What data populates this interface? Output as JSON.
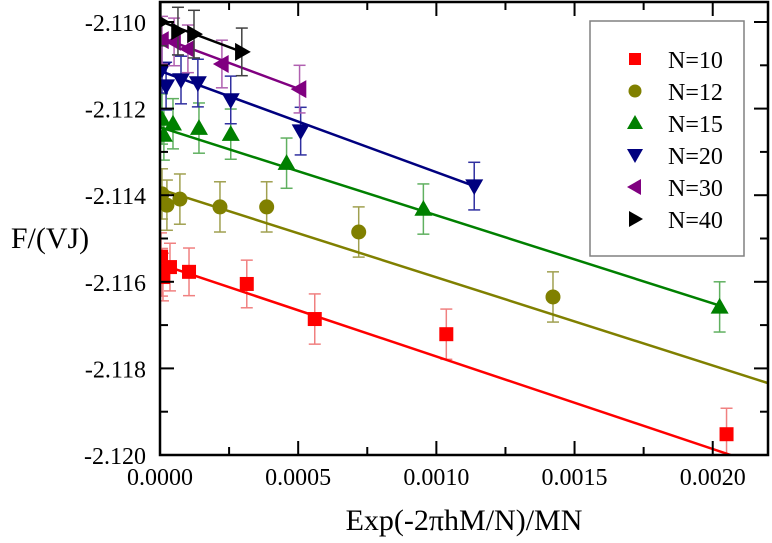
{
  "chart_data": {
    "type": "scatter",
    "title": "",
    "xlabel": "Exp(-2πhM/N)/MN",
    "ylabel": "F/(VJ)",
    "xlim": [
      0.0,
      0.0022
    ],
    "ylim": [
      -2.12,
      -2.11
    ],
    "x_ticks": [
      0.0,
      0.0005,
      0.001,
      0.0015,
      0.002
    ],
    "x_tick_labels": [
      "0.0000",
      "0.0005",
      "0.0010",
      "0.0015",
      "0.0020"
    ],
    "x_minor_step": 0.00025,
    "y_ticks": [
      -2.11,
      -2.112,
      -2.114,
      -2.116,
      -2.118,
      -2.12
    ],
    "y_tick_labels": [
      "-2.110",
      "-2.112",
      "-2.114",
      "-2.116",
      "-2.118",
      "-2.120"
    ],
    "y_minor_step": 0.001,
    "grid": false,
    "legend_position": "upper right",
    "series": [
      {
        "name": "N=10",
        "color": "#ff0000",
        "errcolor": "#f08080",
        "marker": "square",
        "points": [
          {
            "x": 3.6e-06,
            "y": -2.11542,
            "err": 0.00055
          },
          {
            "x": 7.2e-06,
            "y": -2.11578,
            "err": 0.00055
          },
          {
            "x": 1.08e-05,
            "y": -2.11589,
            "err": 0.00055
          },
          {
            "x": 3.61e-05,
            "y": -2.11566,
            "err": 0.00055
          },
          {
            "x": 0.000105,
            "y": -2.11577,
            "err": 0.00055
          },
          {
            "x": 0.000314,
            "y": -2.11605,
            "err": 0.00055
          },
          {
            "x": 0.00056,
            "y": -2.11686,
            "err": 0.00058
          },
          {
            "x": 0.001036,
            "y": -2.11721,
            "err": 0.00058
          },
          {
            "x": 0.00205,
            "y": -2.11952,
            "err": 0.0006
          }
        ],
        "fit": {
          "x0": 0.0,
          "y0": -2.11559,
          "x1": 0.002065,
          "y1": -2.12
        }
      },
      {
        "name": "N=12",
        "color": "#808000",
        "errcolor": "#a0a050",
        "marker": "circle",
        "points": [
          {
            "x": 7.2e-06,
            "y": -2.11397,
            "err": 0.00058
          },
          {
            "x": 2.5e-05,
            "y": -2.11423,
            "err": 0.00058
          },
          {
            "x": 7.2e-05,
            "y": -2.11409,
            "err": 0.00058
          },
          {
            "x": 0.000217,
            "y": -2.11427,
            "err": 0.00058
          },
          {
            "x": 0.000386,
            "y": -2.11427,
            "err": 0.00058
          },
          {
            "x": 0.000719,
            "y": -2.11485,
            "err": 0.00058
          },
          {
            "x": 0.001422,
            "y": -2.11635,
            "err": 0.00058
          }
        ],
        "fit": {
          "x0": 0.0,
          "y0": -2.11386,
          "x1": 0.0022,
          "y1": -2.11834
        }
      },
      {
        "name": "N=15",
        "color": "#008000",
        "errcolor": "#60b060",
        "marker": "triangle-up",
        "points": [
          {
            "x": 7.2e-06,
            "y": -2.11224,
            "err": 0.00058
          },
          {
            "x": 1.4e-05,
            "y": -2.11261,
            "err": 0.00058
          },
          {
            "x": 4.7e-05,
            "y": -2.11235,
            "err": 0.00058
          },
          {
            "x": 0.000141,
            "y": -2.11245,
            "err": 0.00058
          },
          {
            "x": 0.000256,
            "y": -2.11259,
            "err": 0.00058
          },
          {
            "x": 0.000458,
            "y": -2.11326,
            "err": 0.00058
          },
          {
            "x": 0.000953,
            "y": -2.11432,
            "err": 0.00058
          },
          {
            "x": 0.002025,
            "y": -2.11658,
            "err": 0.00058
          }
        ],
        "fit": {
          "x0": 0.0,
          "y0": -2.11243,
          "x1": 0.002025,
          "y1": -2.11655
        }
      },
      {
        "name": "N=20",
        "color": "#00007f",
        "errcolor": "#3030a0",
        "marker": "triangle-down",
        "points": [
          {
            "x": 7.2e-06,
            "y": -2.11109,
            "err": 0.00055
          },
          {
            "x": 2.2e-05,
            "y": -2.11148,
            "err": 0.00055
          },
          {
            "x": 7.6e-05,
            "y": -2.11134,
            "err": 0.00055
          },
          {
            "x": 0.000137,
            "y": -2.11141,
            "err": 0.00055
          },
          {
            "x": 0.000256,
            "y": -2.1118,
            "err": 0.00055
          },
          {
            "x": 0.000509,
            "y": -2.11252,
            "err": 0.00055
          },
          {
            "x": 0.001137,
            "y": -2.11379,
            "err": 0.00055
          }
        ],
        "fit": {
          "x0": 0.0,
          "y0": -2.11113,
          "x1": 0.001137,
          "y1": -2.11379
        }
      },
      {
        "name": "N=30",
        "color": "#800080",
        "errcolor": "#b060b0",
        "marker": "triangle-left",
        "points": [
          {
            "x": 7.2e-06,
            "y": -2.11042,
            "err": 0.00055
          },
          {
            "x": 5.1e-05,
            "y": -2.11046,
            "err": 0.00055
          },
          {
            "x": 0.000101,
            "y": -2.11062,
            "err": 0.00055
          },
          {
            "x": 0.000224,
            "y": -2.11097,
            "err": 0.00055
          },
          {
            "x": 0.000505,
            "y": -2.11155,
            "err": 0.00055
          }
        ],
        "fit": {
          "x0": 0.0,
          "y0": -2.11035,
          "x1": 0.000505,
          "y1": -2.11155
        }
      },
      {
        "name": "N=40",
        "color": "#000000",
        "errcolor": "#404040",
        "marker": "triangle-right",
        "points": [
          {
            "x": 3.6e-06,
            "y": -2.11,
            "err": 0.00055
          },
          {
            "x": 6.5e-05,
            "y": -2.11021,
            "err": 0.00055
          },
          {
            "x": 0.000123,
            "y": -2.11028,
            "err": 0.00055
          },
          {
            "x": 0.000296,
            "y": -2.11069,
            "err": 0.00055
          }
        ],
        "fit": {
          "x0": 0.0,
          "y0": -2.10998,
          "x1": 0.000296,
          "y1": -2.11069
        }
      }
    ]
  }
}
